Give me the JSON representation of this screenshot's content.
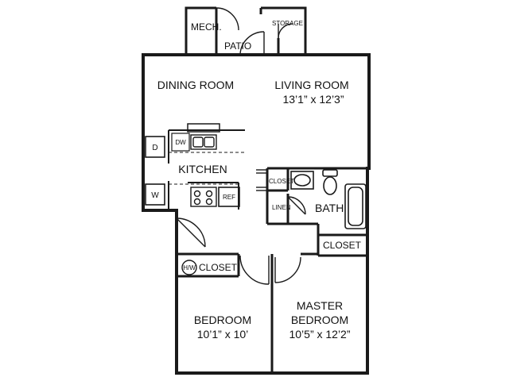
{
  "rooms": {
    "mech": "MECH.",
    "patio": "PATIO",
    "storage": "STORAGE",
    "dining": "DINING ROOM",
    "living": "LIVING ROOM",
    "living_dim": "13’1” x 12’3”",
    "kitchen": "KITCHEN",
    "bath": "BATH",
    "linen": "LINEN",
    "closet_small": "CLOSET",
    "closet_bath": "CLOSET",
    "closet_bed": "CLOSET",
    "bedroom": "BEDROOM",
    "bedroom_dim": "10’1” x 10’",
    "master_line1": "MASTER",
    "master_line2": "BEDROOM",
    "master_dim": "10’5” x 12’2”"
  },
  "appliances": {
    "dryer": "D",
    "washer": "W",
    "dishwasher": "DW",
    "refrigerator": "REF",
    "water_heater": "H/W"
  },
  "colors": {
    "wall": "#1a1a1a",
    "background": "#ffffff"
  }
}
